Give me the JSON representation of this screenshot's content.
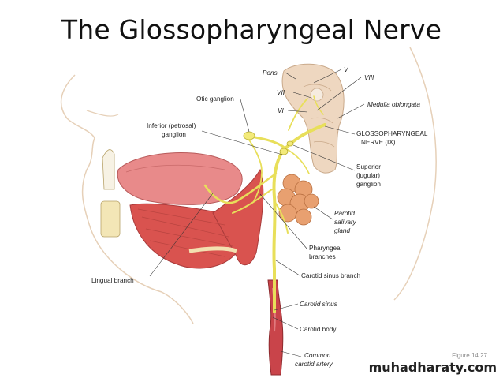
{
  "title": "The Glossopharyngeal Nerve",
  "labels": {
    "pons": "Pons",
    "v": "V",
    "vii": "VII",
    "viii": "VIII",
    "vi": "VI",
    "medulla": "Medulla oblongata",
    "otic": "Otic ganglion",
    "inferior_1": "Inferior (petrosal)",
    "inferior_2": "ganglion",
    "glosso_1": "GLOSSOPHARYNGEAL",
    "glosso_2": "NERVE (IX)",
    "superior_1": "Superior",
    "superior_2": "(jugular)",
    "superior_3": "ganglion",
    "parotid_1": "Parotid",
    "parotid_2": "salivary",
    "parotid_3": "gland",
    "pharyngeal_1": "Pharyngeal",
    "pharyngeal_2": "branches",
    "lingual": "Lingual branch",
    "carotid_sinus_branch": "Carotid sinus branch",
    "carotid_sinus": "Carotid sinus",
    "carotid_body": "Carotid body",
    "common_1": "Common",
    "common_2": "carotid artery"
  },
  "figure_ref": "Figure 14.27",
  "watermark": "muhadharaty.com",
  "colors": {
    "nerve": "#e8df5a",
    "muscle": "#d9534f",
    "tongue": "#e88a8a",
    "artery": "#c9444a",
    "gland": "#e8a070"
  }
}
